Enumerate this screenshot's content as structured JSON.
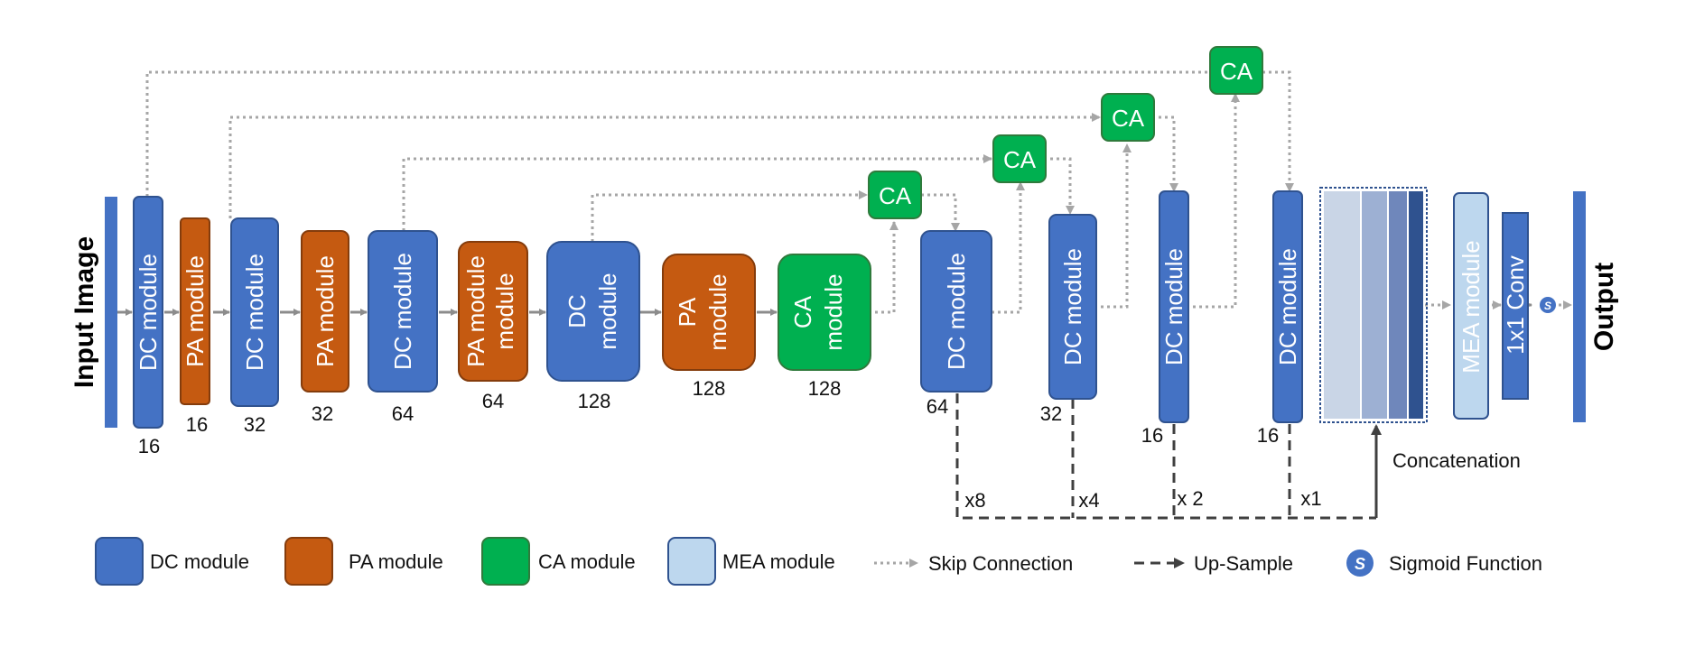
{
  "colors": {
    "dc": "#4472c4",
    "pa": "#c55a11",
    "ca": "#00b050",
    "mea": "#bdd7ee",
    "edge": "#2f528f",
    "skip": "#a6a6a6",
    "upsample": "#404040",
    "concat_fills": [
      "#c9d5e6",
      "#9db0d3",
      "#6f87bb",
      "#2f528f"
    ]
  },
  "input_label": "Input Image",
  "output_label": "Output",
  "encoder": [
    {
      "type": "dc",
      "label": "DC module",
      "channels": "16"
    },
    {
      "type": "pa",
      "label": "PA module",
      "channels": "16"
    },
    {
      "type": "dc",
      "label": "DC module",
      "channels": "32"
    },
    {
      "type": "pa",
      "label": "PA module",
      "channels": "32"
    },
    {
      "type": "dc",
      "label": "DC module",
      "channels": "64"
    },
    {
      "type": "pa",
      "label": "PA module",
      "channels": "64"
    },
    {
      "type": "dc",
      "label": "DC module",
      "channels": "128"
    },
    {
      "type": "pa",
      "label": "PA module",
      "channels": "128"
    },
    {
      "type": "ca",
      "label": "CA module",
      "channels": "128"
    }
  ],
  "decoder": [
    {
      "type": "dc",
      "label": "DC module",
      "channels": "64",
      "upsample": "x8"
    },
    {
      "type": "dc",
      "label": "DC module",
      "channels": "32",
      "upsample": "x4"
    },
    {
      "type": "dc",
      "label": "DC module",
      "channels": "16",
      "upsample": "x 2"
    },
    {
      "type": "dc",
      "label": "DC module",
      "channels": "16",
      "upsample": "x1"
    }
  ],
  "skip_ca_label": "CA",
  "concat_label": "Concatenation",
  "mea_label": "MEA module",
  "conv_label": "1x1 Conv",
  "sigmoid_symbol": "S",
  "legend": {
    "dc": "DC module",
    "pa": "PA module",
    "ca": "CA module",
    "mea": "MEA module",
    "skip": "Skip Connection",
    "upsample": "Up-Sample",
    "sigmoid": "Sigmoid Function"
  }
}
